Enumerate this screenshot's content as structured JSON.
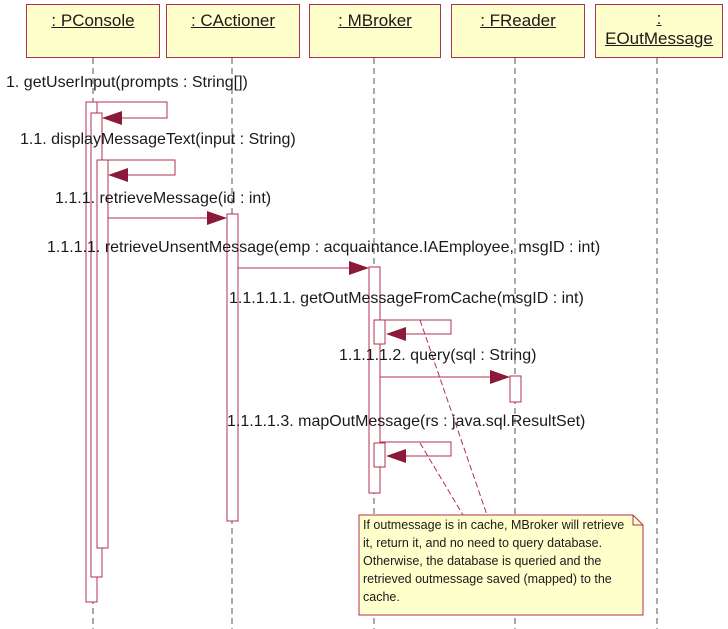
{
  "lifelines": [
    {
      "id": "pconsole",
      "label": ": PConsole"
    },
    {
      "id": "cactioner",
      "label": ": CActioner"
    },
    {
      "id": "mbroker",
      "label": ": MBroker"
    },
    {
      "id": "freader",
      "label": ": FReader"
    },
    {
      "id": "eoutmessage",
      "label_line1": ":",
      "label_line2": "EOutMessage"
    }
  ],
  "messages": [
    {
      "id": "m1",
      "label": "1. getUserInput(prompts : String[])"
    },
    {
      "id": "m2",
      "label": "1.1. displayMessageText(input : String)"
    },
    {
      "id": "m3",
      "label": "1.1.1. retrieveMessage(id : int)"
    },
    {
      "id": "m4",
      "label": "1.1.1.1. retrieveUnsentMessage(emp : acquaintance.IAEmployee, msgID : int)"
    },
    {
      "id": "m5",
      "label": "1.1.1.1.1. getOutMessageFromCache(msgID : int)"
    },
    {
      "id": "m6",
      "label": "1.1.1.1.2. query(sql : String)"
    },
    {
      "id": "m7",
      "label": "1.1.1.1.3. mapOutMessage(rs : java.sql.ResultSet)"
    }
  ],
  "note": {
    "text": "If outmessage is in cache, MBroker will retrieve it, return it, and no need to query database. Otherwise, the database is queried and the retrieved outmessage saved (mapped) to the cache."
  },
  "colors": {
    "line": "#b03050",
    "arrowhead": "#8b1a3a",
    "box_fill": "#ffffcc",
    "activation_fill": "#ffffff"
  }
}
